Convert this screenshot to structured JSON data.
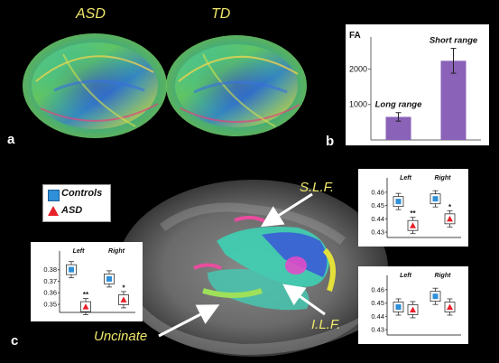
{
  "panel_a": {
    "letter": "a",
    "left_title": "ASD",
    "right_title": "TD"
  },
  "panel_b": {
    "letter": "b"
  },
  "panel_c": {
    "letter": "c",
    "legend": [
      {
        "label": "Controls",
        "color": "#2f8fd8",
        "marker": "square"
      },
      {
        "label": "ASD",
        "color": "#e8202a",
        "marker": "triangle"
      }
    ],
    "tract_labels": {
      "slf": "S.L.F.",
      "ilf": "I.L.F.",
      "uncinate": "Uncinate"
    }
  },
  "chart_data": [
    {
      "id": "fa-range",
      "type": "bar",
      "ylabel": "FA",
      "categories": [
        "Long range",
        "Short range"
      ],
      "values": [
        650,
        2230
      ],
      "errors": [
        120,
        350
      ],
      "ylim": [
        0,
        2900
      ],
      "yticks": [
        1000,
        2000
      ],
      "color": "#8a62b8"
    },
    {
      "id": "uncinate",
      "type": "box",
      "groups": [
        "Left",
        "Right"
      ],
      "ylim": [
        0.343,
        0.393
      ],
      "yticks": [
        0.35,
        0.36,
        0.37,
        0.38
      ],
      "series": [
        {
          "name": "Controls",
          "values": [
            0.38,
            0.372
          ]
        },
        {
          "name": "ASD",
          "values": [
            0.348,
            0.354
          ]
        }
      ],
      "asterisks": [
        "**",
        "*"
      ]
    },
    {
      "id": "slf",
      "type": "box",
      "groups": [
        "Left",
        "Right"
      ],
      "ylim": [
        0.426,
        0.468
      ],
      "yticks": [
        0.43,
        0.44,
        0.45,
        0.46
      ],
      "series": [
        {
          "name": "Controls",
          "values": [
            0.453,
            0.455
          ]
        },
        {
          "name": "ASD",
          "values": [
            0.435,
            0.44
          ]
        }
      ],
      "asterisks": [
        "**",
        "*"
      ]
    },
    {
      "id": "ilf",
      "type": "box",
      "groups": [
        "Left",
        "Right"
      ],
      "ylim": [
        0.426,
        0.468
      ],
      "yticks": [
        0.43,
        0.44,
        0.45,
        0.46
      ],
      "series": [
        {
          "name": "Controls",
          "values": [
            0.447,
            0.455
          ]
        },
        {
          "name": "ASD",
          "values": [
            0.445,
            0.447
          ]
        }
      ],
      "asterisks": [
        "",
        ""
      ]
    }
  ]
}
